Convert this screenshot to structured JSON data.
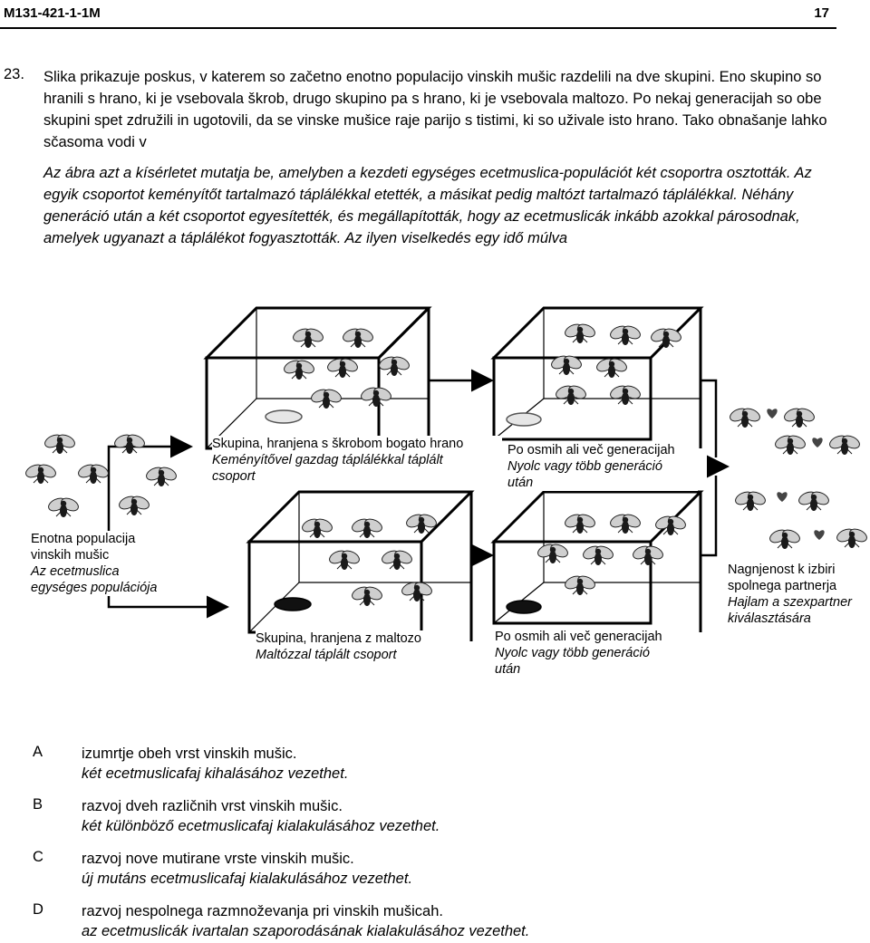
{
  "header": {
    "code": "M131-421-1-1M",
    "page": "17"
  },
  "question": {
    "number": "23.",
    "text_sl": "Slika prikazuje poskus, v katerem so začetno enotno populacijo vinskih mušic razdelili na dve skupini. Eno skupino so hranili s hrano, ki je vsebovala škrob, drugo skupino pa s hrano, ki je vsebovala maltozo. Po nekaj generacijah so obe skupini spet združili in ugotovili, da se vinske mušice raje parijo s tistimi, ki so uživale isto hrano. Tako obnašanje lahko sčasoma vodi v",
    "text_hu": "Az ábra azt a kísérletet mutatja be, amelyben a kezdeti egységes ecetmuslica-populációt két csoportra osztották. Az egyik csoportot keményítőt tartalmazó táplálékkal etették, a másikat pedig maltózt tartalmazó táplálékkal. Néhány generáció után a két csoportot egyesítették, és megállapították, hogy az ecetmuslicák inkább azokkal párosodnak, amelyek ugyanazt a táplálékot fogyasztották. Az ilyen viselkedés egy idő múlva"
  },
  "figure": {
    "start": {
      "sl": "Enotna populacija vinskih mušic",
      "hu": "Az ecetmuslica egységes populációja"
    },
    "starch_group": {
      "sl": "Skupina, hranjena s škrobom bogato hrano",
      "hu": "Keményítővel gazdag táplálékkal táplált csoport"
    },
    "maltose_group": {
      "sl": "Skupina, hranjena z maltozo",
      "hu": "Maltózzal táplált csoport"
    },
    "after_gen_top": {
      "sl": "Po osmih ali več generacijah",
      "hu": "Nyolc vagy több generáció után"
    },
    "after_gen_bottom": {
      "sl": "Po osmih ali več generacijah",
      "hu": "Nyolc vagy több generáció után"
    },
    "mating": {
      "sl": "Nagnjenost k izbiri spolnega partnerja",
      "hu": "Hajlam a szexpartner kiválasztására"
    },
    "colors": {
      "starch_food": "#e6e6e6",
      "maltose_food": "#111111",
      "fly_wing": "#cfcfcf",
      "heart": "#444444"
    }
  },
  "options": [
    {
      "letter": "A",
      "sl": "izumrtje obeh vrst vinskih mušic.",
      "hu": "két ecetmuslicafaj kihalásához vezethet."
    },
    {
      "letter": "B",
      "sl": "razvoj dveh različnih vrst vinskih mušic.",
      "hu": "két különböző ecetmuslicafaj kialakulásához vezethet."
    },
    {
      "letter": "C",
      "sl": "razvoj nove mutirane vrste vinskih mušic.",
      "hu": "új mutáns ecetmuslicafaj kialakulásához vezethet."
    },
    {
      "letter": "D",
      "sl": "razvoj nespolnega razmnoževanja pri vinskih mušicah.",
      "hu": "az ecetmuslicák ivartalan szaporodásának kialakulásához vezethet."
    }
  ]
}
